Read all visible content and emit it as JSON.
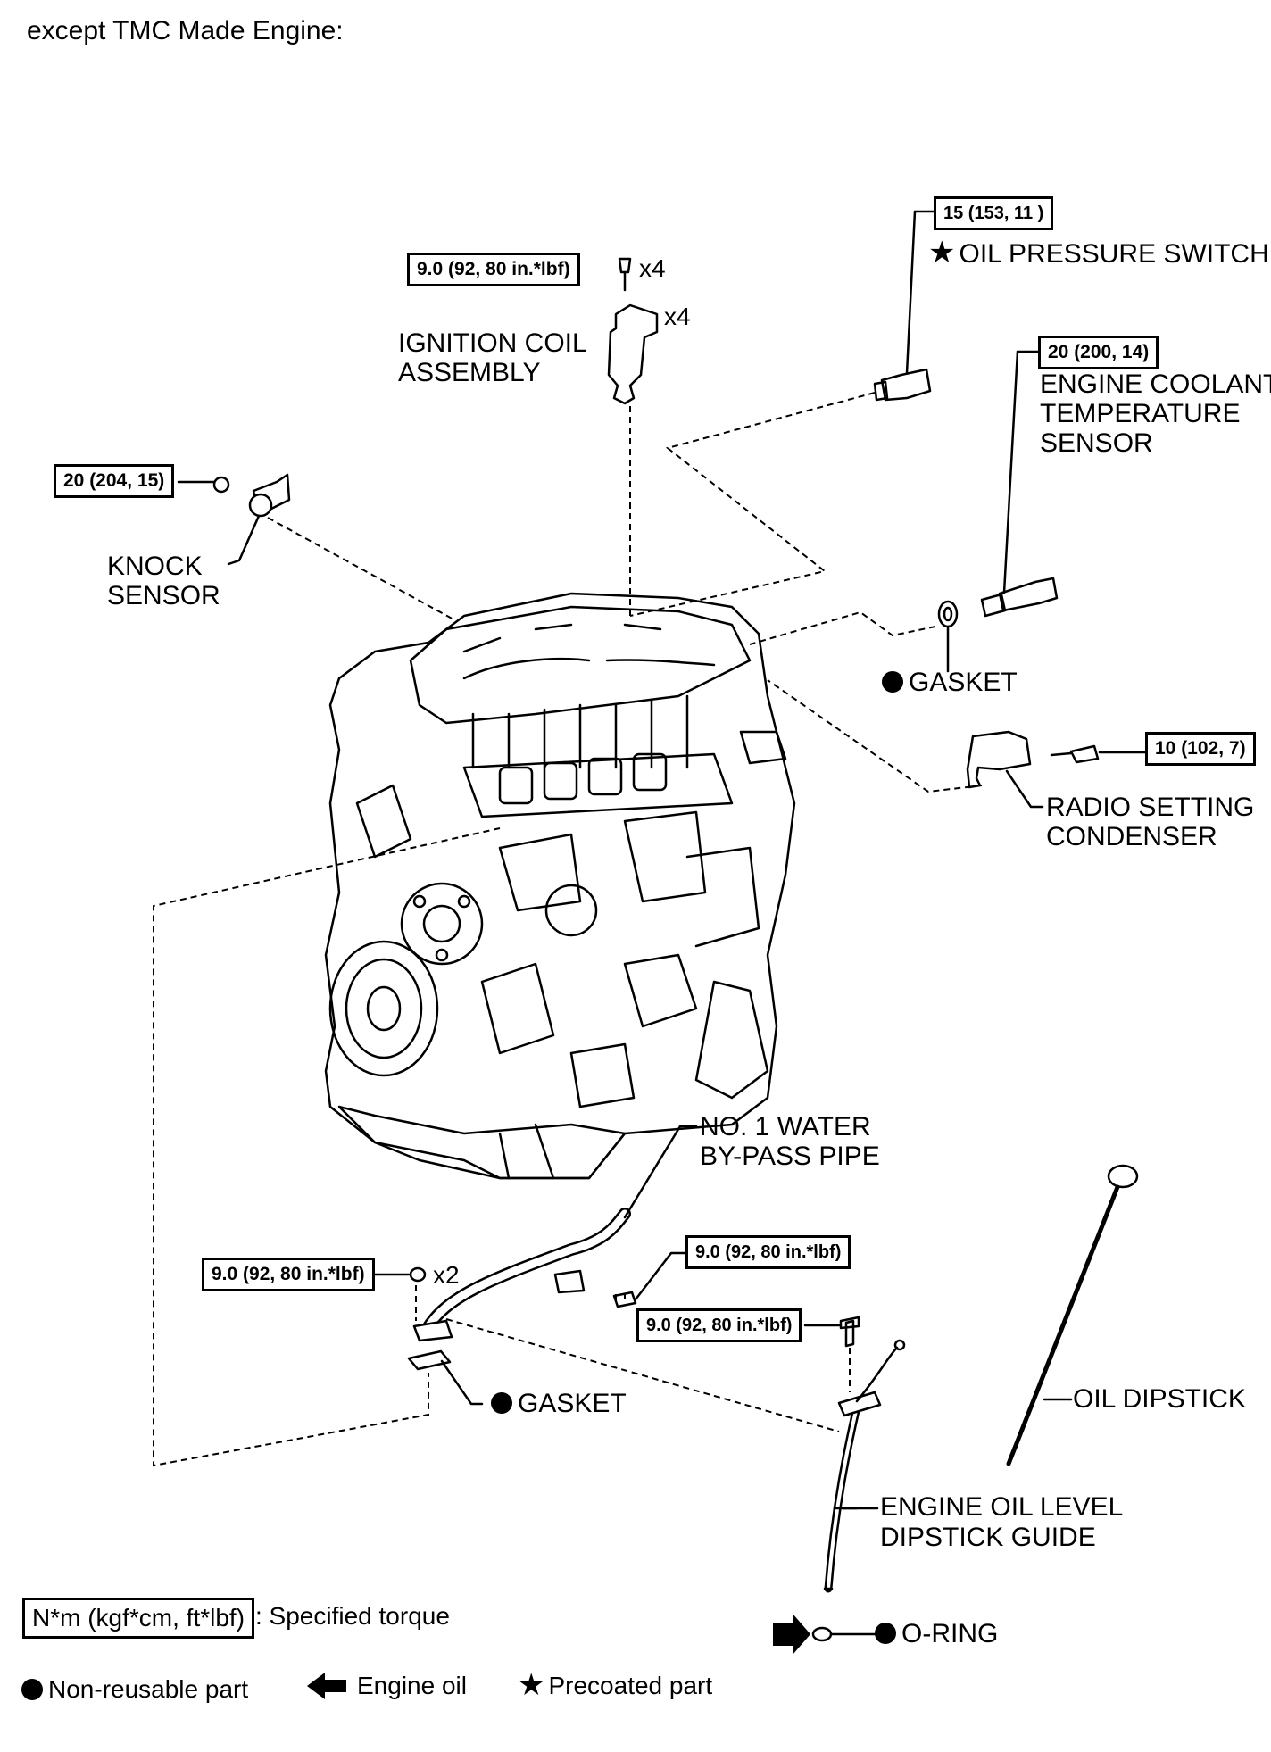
{
  "header": {
    "title": "except TMC Made Engine:"
  },
  "torque": {
    "ignition_bolt": "9.0 (92, 80 in.*lbf)",
    "oil_pressure": "15 (153, 11 )",
    "coolant_sensor": "20 (200, 14)",
    "knock_sensor": "20 (204, 15)",
    "radio_condenser": "10 (102, 7)",
    "water_pipe_nut": "9.0 (92, 80 in.*lbf)",
    "water_pipe_bolt": "9.0 (92, 80 in.*lbf)",
    "dipstick_guide_bolt": "9.0 (92, 80 in.*lbf)"
  },
  "qty": {
    "ignition_bolt": "x4",
    "ignition_coil": "x4",
    "water_pipe_nut": "x2"
  },
  "labels": {
    "ignition_coil": "IGNITION COIL\nASSEMBLY",
    "oil_pressure_switch": "OIL PRESSURE SWITCH",
    "coolant_sensor": "ENGINE COOLANT\nTEMPERATURE\nSENSOR",
    "knock_sensor": "KNOCK\nSENSOR",
    "gasket_top": "GASKET",
    "radio_condenser": "RADIO SETTING\nCONDENSER",
    "water_pipe": "NO. 1 WATER\nBY-PASS PIPE",
    "gasket_bottom": "GASKET",
    "oil_dipstick": "OIL DIPSTICK",
    "dipstick_guide": "ENGINE OIL LEVEL\nDIPSTICK GUIDE",
    "o_ring": "O-RING"
  },
  "legend": {
    "torque_box": "N*m (kgf*cm, ft*lbf)",
    "torque_desc": ": Specified torque",
    "non_reusable": "Non-reusable part",
    "engine_oil": "Engine oil",
    "precoated": "Precoated part"
  }
}
